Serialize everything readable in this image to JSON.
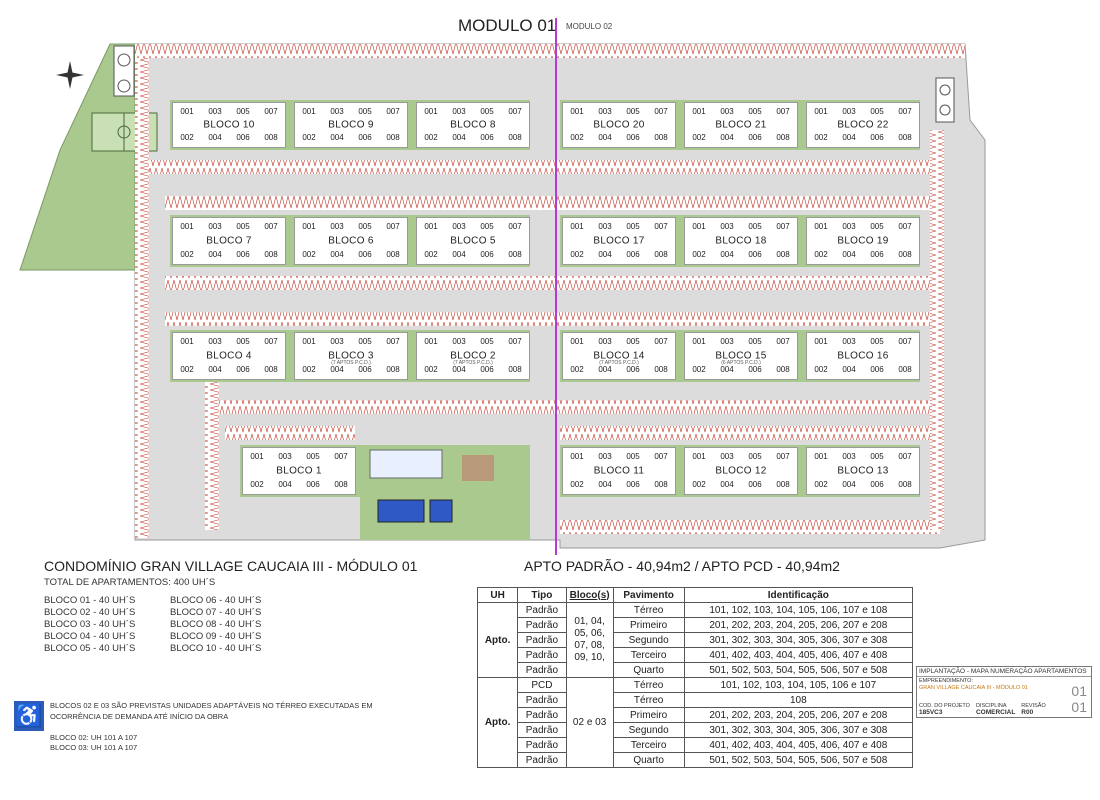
{
  "header": {
    "modulo_main": "MODULO 01",
    "modulo_secondary": "MODULO 02"
  },
  "blocks": [
    {
      "name": "BLOCO 10",
      "top": [
        "001",
        "003",
        "005",
        "007"
      ],
      "bottom": [
        "002",
        "004",
        "006",
        "008"
      ],
      "note": ""
    },
    {
      "name": "BLOCO 9",
      "top": [
        "001",
        "003",
        "005",
        "007"
      ],
      "bottom": [
        "002",
        "004",
        "006",
        "008"
      ],
      "note": ""
    },
    {
      "name": "BLOCO 8",
      "top": [
        "001",
        "003",
        "005",
        "007"
      ],
      "bottom": [
        "002",
        "004",
        "006",
        "008"
      ],
      "note": ""
    },
    {
      "name": "BLOCO 20",
      "top": [
        "001",
        "003",
        "005",
        "007"
      ],
      "bottom": [
        "002",
        "004",
        "006",
        "008"
      ],
      "note": ""
    },
    {
      "name": "BLOCO 21",
      "top": [
        "001",
        "003",
        "005",
        "007"
      ],
      "bottom": [
        "002",
        "004",
        "006",
        "008"
      ],
      "note": ""
    },
    {
      "name": "BLOCO 22",
      "top": [
        "001",
        "003",
        "005",
        "007"
      ],
      "bottom": [
        "002",
        "004",
        "006",
        "008"
      ],
      "note": ""
    },
    {
      "name": "BLOCO 7",
      "top": [
        "001",
        "003",
        "005",
        "007"
      ],
      "bottom": [
        "002",
        "004",
        "006",
        "008"
      ],
      "note": ""
    },
    {
      "name": "BLOCO 6",
      "top": [
        "001",
        "003",
        "005",
        "007"
      ],
      "bottom": [
        "002",
        "004",
        "006",
        "008"
      ],
      "note": ""
    },
    {
      "name": "BLOCO 5",
      "top": [
        "001",
        "003",
        "005",
        "007"
      ],
      "bottom": [
        "002",
        "004",
        "006",
        "008"
      ],
      "note": ""
    },
    {
      "name": "BLOCO 17",
      "top": [
        "001",
        "003",
        "005",
        "007"
      ],
      "bottom": [
        "002",
        "004",
        "006",
        "008"
      ],
      "note": ""
    },
    {
      "name": "BLOCO 18",
      "top": [
        "001",
        "003",
        "005",
        "007"
      ],
      "bottom": [
        "002",
        "004",
        "006",
        "008"
      ],
      "note": ""
    },
    {
      "name": "BLOCO 19",
      "top": [
        "001",
        "003",
        "005",
        "007"
      ],
      "bottom": [
        "002",
        "004",
        "006",
        "008"
      ],
      "note": ""
    },
    {
      "name": "BLOCO 4",
      "top": [
        "001",
        "003",
        "005",
        "007"
      ],
      "bottom": [
        "002",
        "004",
        "006",
        "008"
      ],
      "note": ""
    },
    {
      "name": "BLOCO 3",
      "top": [
        "001",
        "003",
        "005",
        "007"
      ],
      "bottom": [
        "002",
        "004",
        "006",
        "008"
      ],
      "note": "(7 APTOS P.C.D.)"
    },
    {
      "name": "BLOCO 2",
      "top": [
        "001",
        "003",
        "005",
        "007"
      ],
      "bottom": [
        "002",
        "004",
        "006",
        "008"
      ],
      "note": "(7 APTOS P.C.D.)"
    },
    {
      "name": "BLOCO 14",
      "top": [
        "001",
        "003",
        "005",
        "007"
      ],
      "bottom": [
        "002",
        "004",
        "006",
        "008"
      ],
      "note": "(7 APTOS P.C.D.)"
    },
    {
      "name": "BLOCO 15",
      "top": [
        "001",
        "003",
        "005",
        "007"
      ],
      "bottom": [
        "002",
        "004",
        "006",
        "008"
      ],
      "note": "(6 APTOS P.C.D.)"
    },
    {
      "name": "BLOCO 16",
      "top": [
        "001",
        "003",
        "005",
        "007"
      ],
      "bottom": [
        "002",
        "004",
        "006",
        "008"
      ],
      "note": ""
    },
    {
      "name": "BLOCO 1",
      "top": [
        "001",
        "003",
        "005",
        "007"
      ],
      "bottom": [
        "002",
        "004",
        "006",
        "008"
      ],
      "note": ""
    },
    {
      "name": "BLOCO 11",
      "top": [
        "001",
        "003",
        "005",
        "007"
      ],
      "bottom": [
        "002",
        "004",
        "006",
        "008"
      ],
      "note": ""
    },
    {
      "name": "BLOCO 12",
      "top": [
        "001",
        "003",
        "005",
        "007"
      ],
      "bottom": [
        "002",
        "004",
        "006",
        "008"
      ],
      "note": ""
    },
    {
      "name": "BLOCO 13",
      "top": [
        "001",
        "003",
        "005",
        "007"
      ],
      "bottom": [
        "002",
        "004",
        "006",
        "008"
      ],
      "note": ""
    }
  ],
  "condo": {
    "title": "CONDOMÍNIO GRAN VILLAGE CAUCAIA III - MÓDULO 01",
    "total": "TOTAL DE APARTAMENTOS: 400 UH´S",
    "list_left": [
      "BLOCO 01 - 40 UH´S",
      "BLOCO 02 - 40 UH´S",
      "BLOCO 03 - 40 UH´S",
      "BLOCO 04 - 40 UH´S",
      "BLOCO 05 - 40 UH´S"
    ],
    "list_right": [
      "BLOCO 06 - 40 UH´S",
      "BLOCO 07 - 40 UH´S",
      "BLOCO 08 - 40 UH´S",
      "BLOCO 09 - 40 UH´S",
      "BLOCO 10 - 40 UH´S"
    ]
  },
  "accessibility": {
    "note_line1": "BLOCOS 02 E 03 SÃO PREVISTAS UNIDADES ADAPTÁVEIS NO TÉRREO EXECUTADAS EM",
    "note_line2": "OCORRÊNCIA DE DEMANDA ATÉ INÍCIO DA OBRA",
    "bloco02": "BLOCO 02: UH 101 A 107",
    "bloco03": "BLOCO 03: UH 101 A 107"
  },
  "apto": {
    "title": "APTO PADRÃO - 40,94m2 / APTO PCD - 40,94m2"
  },
  "table": {
    "headers": [
      "UH",
      "Tipo",
      "Bloco(s)",
      "Pavimento",
      "Identificação"
    ],
    "group1_uh": "Apto.",
    "group1_blocos": "01, 04, 05, 06, 07, 08, 09, 10,",
    "group1_rows": [
      {
        "tipo": "Padrão",
        "pav": "Térreo",
        "ident": "101, 102, 103, 104, 105, 106, 107 e 108"
      },
      {
        "tipo": "Padrão",
        "pav": "Primeiro",
        "ident": "201, 202, 203, 204, 205, 206, 207 e 208"
      },
      {
        "tipo": "Padrão",
        "pav": "Segundo",
        "ident": "301, 302, 303, 304, 305, 306, 307 e 308"
      },
      {
        "tipo": "Padrão",
        "pav": "Terceiro",
        "ident": "401, 402, 403, 404, 405, 406, 407 e 408"
      },
      {
        "tipo": "Padrão",
        "pav": "Quarto",
        "ident": "501, 502, 503, 504, 505, 506, 507 e 508"
      }
    ],
    "group2_uh": "Apto.",
    "group2_blocos": "02 e 03",
    "group2_rows": [
      {
        "tipo": "PCD",
        "pav": "Térreo",
        "ident": "101, 102, 103, 104, 105, 106 e 107"
      },
      {
        "tipo": "Padrão",
        "pav": "Térreo",
        "ident": "108"
      },
      {
        "tipo": "Padrão",
        "pav": "Primeiro",
        "ident": "201, 202, 203, 204, 205, 206, 207 e 208"
      },
      {
        "tipo": "Padrão",
        "pav": "Segundo",
        "ident": "301, 302, 303, 304, 305, 306, 307 e 308"
      },
      {
        "tipo": "Padrão",
        "pav": "Terceiro",
        "ident": "401, 402, 403, 404, 405, 406, 407 e 408"
      },
      {
        "tipo": "Padrão",
        "pav": "Quarto",
        "ident": "501, 502, 503, 504, 505, 506, 507 e 508"
      }
    ]
  },
  "stamp": {
    "title": "IMPLANTAÇÃO - MAPA NUMERAÇÃO APARTAMENTOS",
    "emp_label": "EMPREENDIMENTO:",
    "emp_value": "GRAN VILLAGE CAUCAIA III - MÓDULO 01",
    "cod_label": "COD. DO PROJETO",
    "cod_value": "185VC3",
    "disc_label": "DISCIPLINA",
    "disc_value": "COMERCIAL",
    "rev_label": "REVISÃO",
    "rev_value": "R00",
    "sheet_top": "01",
    "sheet_bottom": "01"
  },
  "colors": {
    "green": "#a9c98e",
    "parking": "#c0392b",
    "divider": "#b23ad6",
    "road": "#dcdcdc",
    "pool": "#2f59c4"
  }
}
